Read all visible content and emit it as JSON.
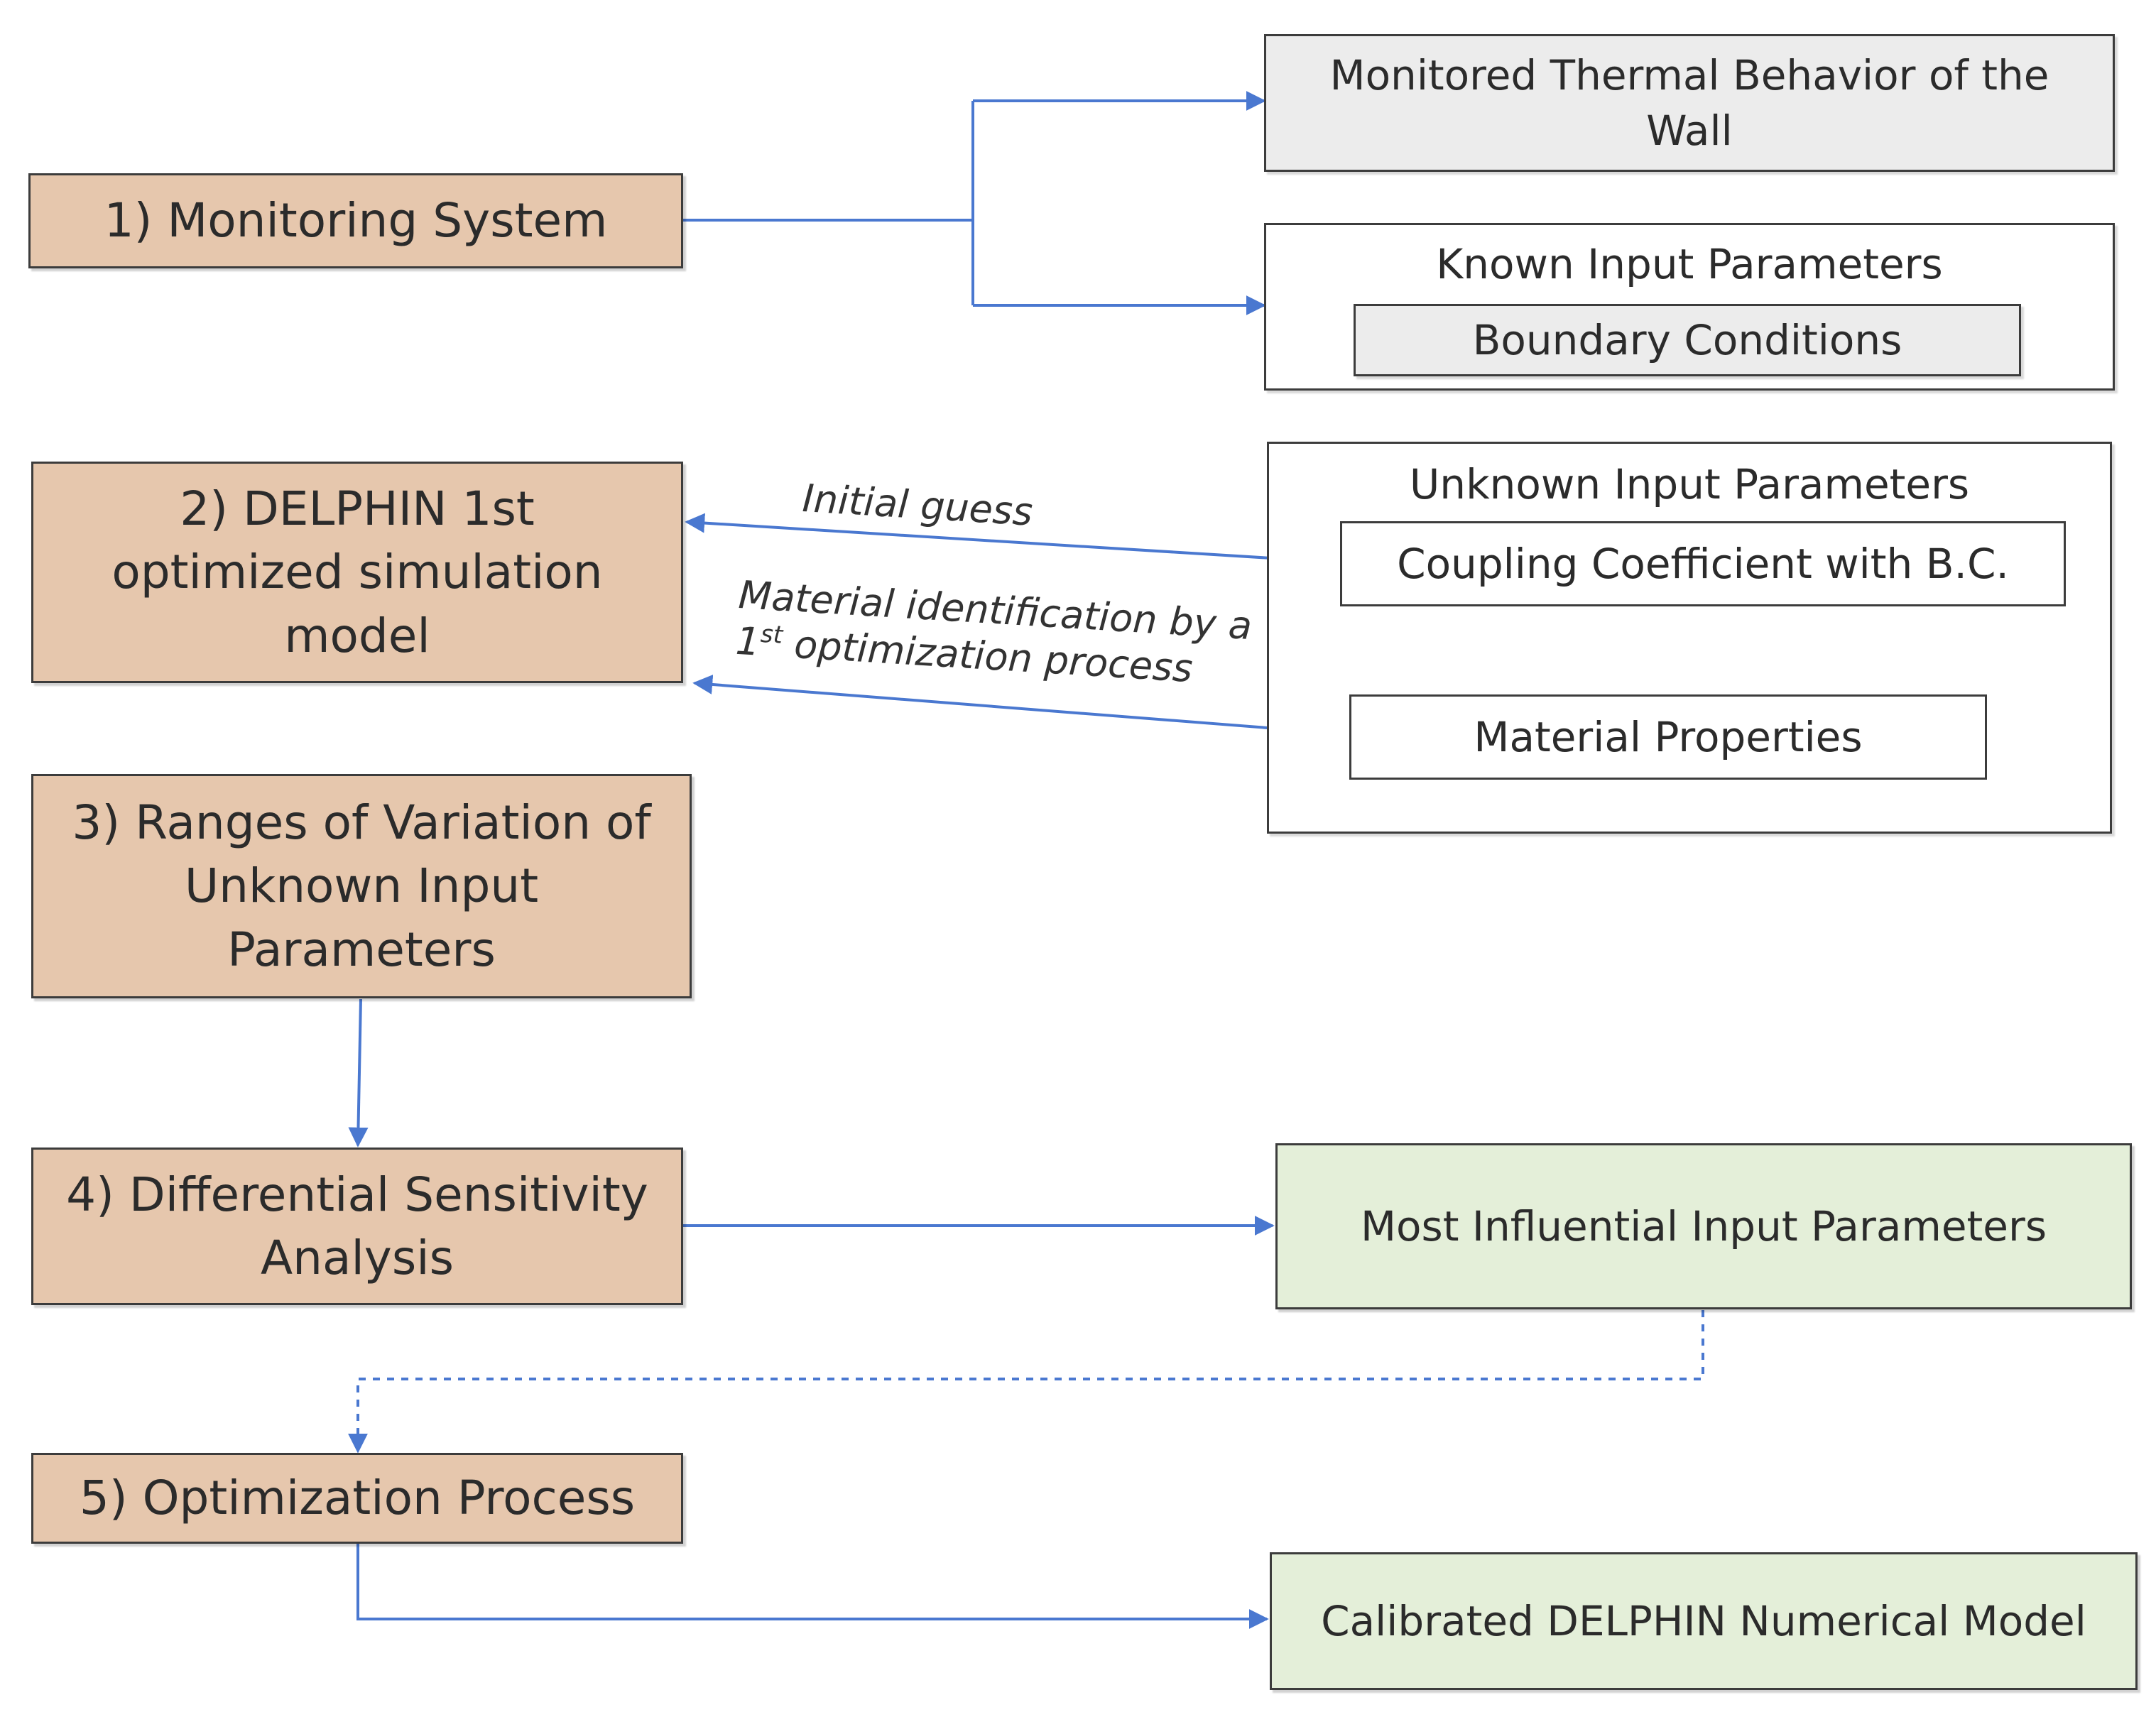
{
  "steps": {
    "s1": "1) Monitoring System",
    "s2_l1": "2) DELPHIN 1st",
    "s2_l2": "optimized simulation",
    "s2_l3": "model",
    "s3_l1": "3) Ranges of Variation of",
    "s3_l2": "Unknown Input",
    "s3_l3": "Parameters",
    "s4_l1": "4) Differential Sensitivity",
    "s4_l2": "Analysis",
    "s5": "5) Optimization Process"
  },
  "outputs": {
    "monitored_l1": "Monitored Thermal Behavior of the",
    "monitored_l2": "Wall",
    "known_title": "Known Input Parameters",
    "boundary": "Boundary Conditions",
    "unknown_title": "Unknown Input Parameters",
    "coupling": "Coupling Coefficient with B.C.",
    "material": "Material Properties",
    "influential": "Most Influential Input Parameters",
    "calibrated": "Calibrated DELPHIN Numerical Model"
  },
  "labels": {
    "initial_guess": "Initial guess",
    "material_id_l1": "Material identification by a",
    "material_id_l2_pre": "1",
    "material_id_l2_sup": "st",
    "material_id_l2_post": " optimization process"
  },
  "colors": {
    "step_fill": "#e6c7ad",
    "gray_fill": "#ececec",
    "green_fill": "#e4efd9",
    "arrow": "#4a78d0"
  }
}
